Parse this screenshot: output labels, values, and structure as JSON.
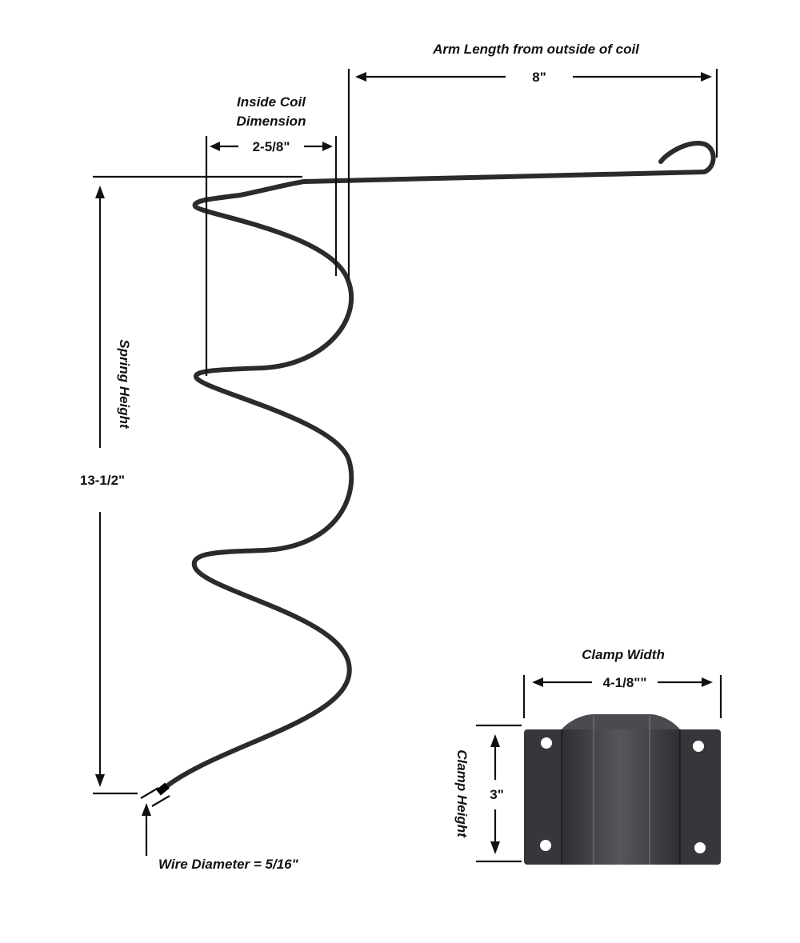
{
  "labels": {
    "arm_length_title": "Arm Length from outside of coil",
    "arm_length_value": "8\"",
    "inside_coil_title_line1": "Inside Coil",
    "inside_coil_title_line2": "Dimension",
    "inside_coil_value": "2-5/8\"",
    "spring_height_title": "Spring Height",
    "spring_height_value": "13-1/2\"",
    "wire_diameter": "Wire Diameter  = 5/16\"",
    "clamp_width_title": "Clamp Width",
    "clamp_width_value": "4-1/8\"\"",
    "clamp_height_title": "Clamp Height",
    "clamp_height_value": "3\""
  },
  "colors": {
    "wire": "#2b2b2b",
    "clamp": "#3d3e42",
    "dimension_lines": "#111111"
  }
}
